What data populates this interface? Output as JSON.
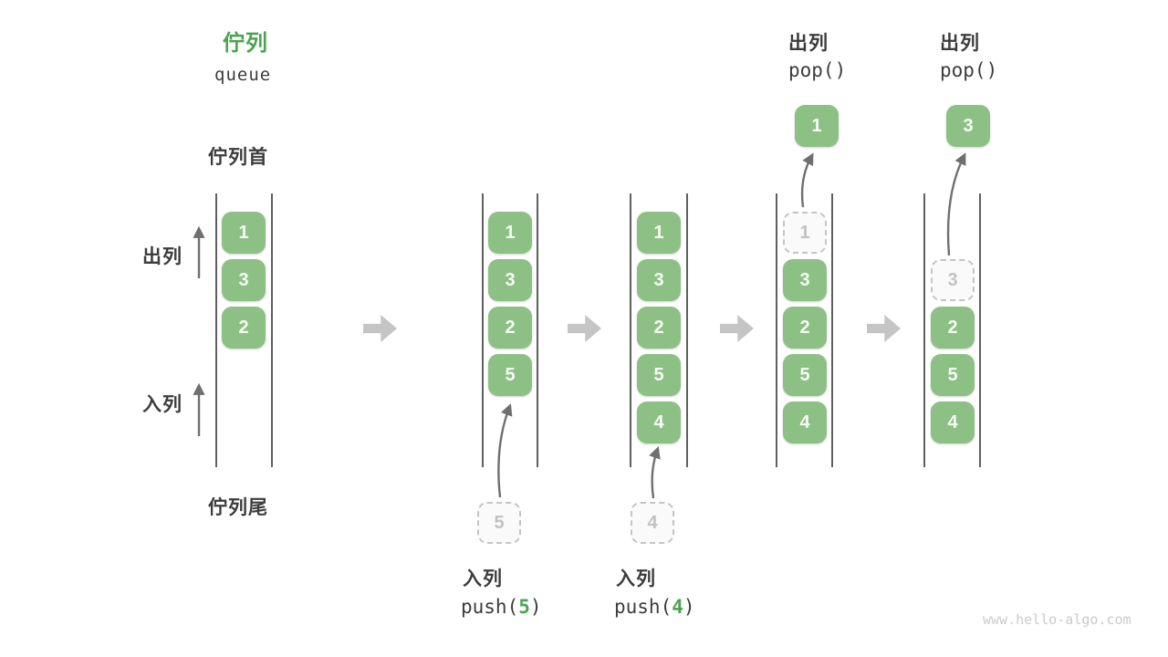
{
  "header": {
    "title_zh": "佇列",
    "title_en": "queue"
  },
  "side_labels": {
    "queue_front": "佇列首",
    "queue_rear": "佇列尾",
    "dequeue": "出列",
    "enqueue": "入列"
  },
  "columns": [
    {
      "cells": [
        {
          "value": "1",
          "style": "solid"
        },
        {
          "value": "3",
          "style": "solid"
        },
        {
          "value": "2",
          "style": "solid"
        }
      ]
    },
    {
      "cells": [
        {
          "value": "1",
          "style": "solid"
        },
        {
          "value": "3",
          "style": "solid"
        },
        {
          "value": "2",
          "style": "solid"
        },
        {
          "value": "5",
          "style": "solid"
        }
      ],
      "staged": {
        "value": "5"
      }
    },
    {
      "cells": [
        {
          "value": "1",
          "style": "solid"
        },
        {
          "value": "3",
          "style": "solid"
        },
        {
          "value": "2",
          "style": "solid"
        },
        {
          "value": "5",
          "style": "solid"
        },
        {
          "value": "4",
          "style": "solid"
        }
      ],
      "staged": {
        "value": "4"
      }
    },
    {
      "cells": [
        {
          "value": "1",
          "style": "ghost"
        },
        {
          "value": "3",
          "style": "solid"
        },
        {
          "value": "2",
          "style": "solid"
        },
        {
          "value": "5",
          "style": "solid"
        },
        {
          "value": "4",
          "style": "solid"
        }
      ],
      "popped": {
        "value": "1"
      }
    },
    {
      "cells": [
        {
          "value": "3",
          "style": "ghost"
        },
        {
          "value": "2",
          "style": "solid"
        },
        {
          "value": "5",
          "style": "solid"
        },
        {
          "value": "4",
          "style": "solid"
        }
      ],
      "popped": {
        "value": "3"
      }
    }
  ],
  "operations": {
    "push5": {
      "action": "入列",
      "fn_open": "push(",
      "arg": "5",
      "fn_close": ")"
    },
    "push4": {
      "action": "入列",
      "fn_open": "push(",
      "arg": "4",
      "fn_close": ")"
    },
    "pop1": {
      "action": "出列",
      "code": "pop()"
    },
    "pop2": {
      "action": "出列",
      "code": "pop()"
    }
  },
  "watermark": "www.hello-algo.com",
  "colors": {
    "accent_green": "#4ca450",
    "box_green": "#8dc085",
    "text_dark": "#3c3c3c",
    "flow_arrow_gray": "#c5c5c5",
    "rail_gray": "#5f5f5f",
    "ghost_gray": "#c2c2c2",
    "watermark_gray": "#cbcbcb"
  }
}
